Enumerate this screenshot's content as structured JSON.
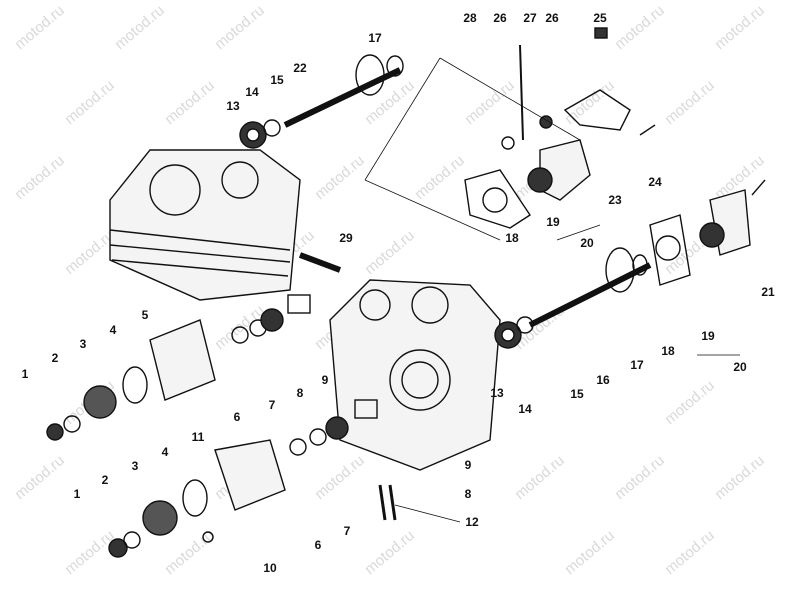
{
  "watermark": "motod.ru",
  "labels": [
    "28",
    "26",
    "27",
    "26",
    "25",
    "17",
    "22",
    "15",
    "14",
    "13",
    "24",
    "23",
    "21",
    "29",
    "18",
    "19",
    "20",
    "5",
    "4",
    "3",
    "2",
    "1",
    "6",
    "7",
    "8",
    "9",
    "13",
    "14",
    "15",
    "16",
    "17",
    "18",
    "19",
    "20",
    "9",
    "8",
    "11",
    "4",
    "3",
    "2",
    "1",
    "12",
    "6",
    "7",
    "10"
  ],
  "colors": {
    "ink": "#111111",
    "watermark": "#d9d9d9"
  }
}
